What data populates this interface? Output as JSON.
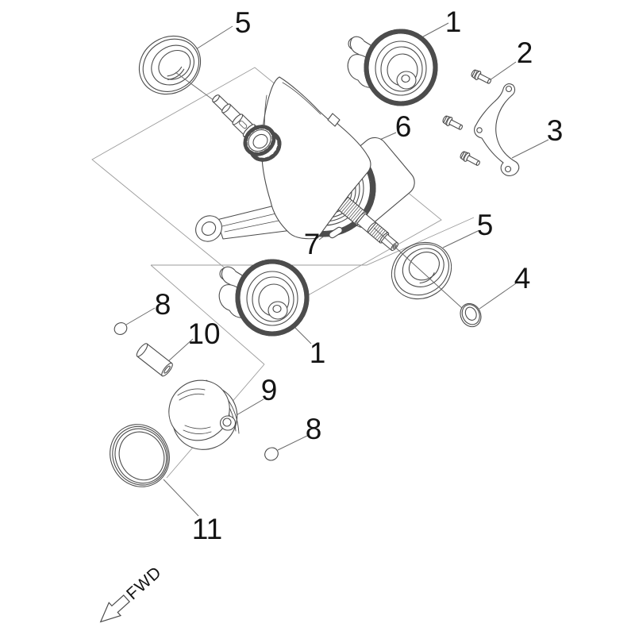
{
  "figure": {
    "kind": "exploded-parts-diagram"
  },
  "callouts": [
    {
      "id": "bearing-upper",
      "label": "5"
    },
    {
      "id": "balancer-gear-upper",
      "label": "1"
    },
    {
      "id": "bolts",
      "label": "2"
    },
    {
      "id": "guard-plate",
      "label": "3"
    },
    {
      "id": "crankshaft",
      "label": "6"
    },
    {
      "id": "key",
      "label": "7"
    },
    {
      "id": "bearing-lower",
      "label": "5"
    },
    {
      "id": "spacer-ring",
      "label": "4"
    },
    {
      "id": "balancer-gear-lower",
      "label": "1"
    },
    {
      "id": "circlip-upper",
      "label": "8"
    },
    {
      "id": "piston-pin",
      "label": "10"
    },
    {
      "id": "piston",
      "label": "9"
    },
    {
      "id": "circlip-lower",
      "label": "8"
    },
    {
      "id": "piston-ring-set",
      "label": "11"
    }
  ],
  "direction_indicator": {
    "label": "FWD"
  },
  "colors": {
    "line": "#4c4c4c",
    "construction": "#9b9b9b",
    "label": "#141414",
    "background": "#ffffff"
  }
}
